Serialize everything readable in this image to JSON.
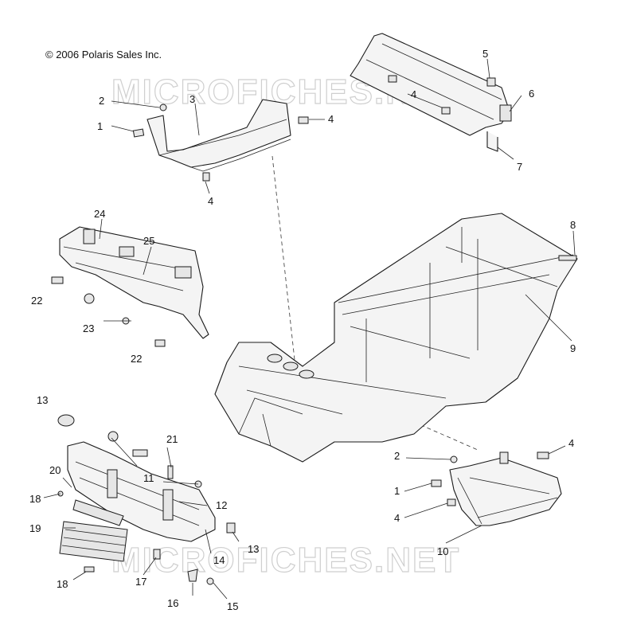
{
  "copyright": "© 2006 Polaris Sales Inc.",
  "watermark": "MICROFICHES.NET",
  "callouts": [
    {
      "id": "c1a",
      "text": "1"
    },
    {
      "id": "c2a",
      "text": "2"
    },
    {
      "id": "c3",
      "text": "3"
    },
    {
      "id": "c4a",
      "text": "4"
    },
    {
      "id": "c4b",
      "text": "4"
    },
    {
      "id": "c4c",
      "text": "4"
    },
    {
      "id": "c5",
      "text": "5"
    },
    {
      "id": "c6",
      "text": "6"
    },
    {
      "id": "c7",
      "text": "7"
    },
    {
      "id": "c8",
      "text": "8"
    },
    {
      "id": "c9",
      "text": "9"
    },
    {
      "id": "c24",
      "text": "24"
    },
    {
      "id": "c25",
      "text": "25"
    },
    {
      "id": "c22a",
      "text": "22"
    },
    {
      "id": "c23",
      "text": "23"
    },
    {
      "id": "c22b",
      "text": "22"
    },
    {
      "id": "c13a",
      "text": "13"
    },
    {
      "id": "c21",
      "text": "21"
    },
    {
      "id": "c20",
      "text": "20"
    },
    {
      "id": "c11",
      "text": "11"
    },
    {
      "id": "c18a",
      "text": "18"
    },
    {
      "id": "c12",
      "text": "12"
    },
    {
      "id": "c19",
      "text": "19"
    },
    {
      "id": "c13b",
      "text": "13"
    },
    {
      "id": "c14",
      "text": "14"
    },
    {
      "id": "c17",
      "text": "17"
    },
    {
      "id": "c18b",
      "text": "18"
    },
    {
      "id": "c16",
      "text": "16"
    },
    {
      "id": "c15",
      "text": "15"
    },
    {
      "id": "c2b",
      "text": "2"
    },
    {
      "id": "c4d",
      "text": "4"
    },
    {
      "id": "c1b",
      "text": "1"
    },
    {
      "id": "c4e",
      "text": "4"
    },
    {
      "id": "c10",
      "text": "10"
    }
  ]
}
